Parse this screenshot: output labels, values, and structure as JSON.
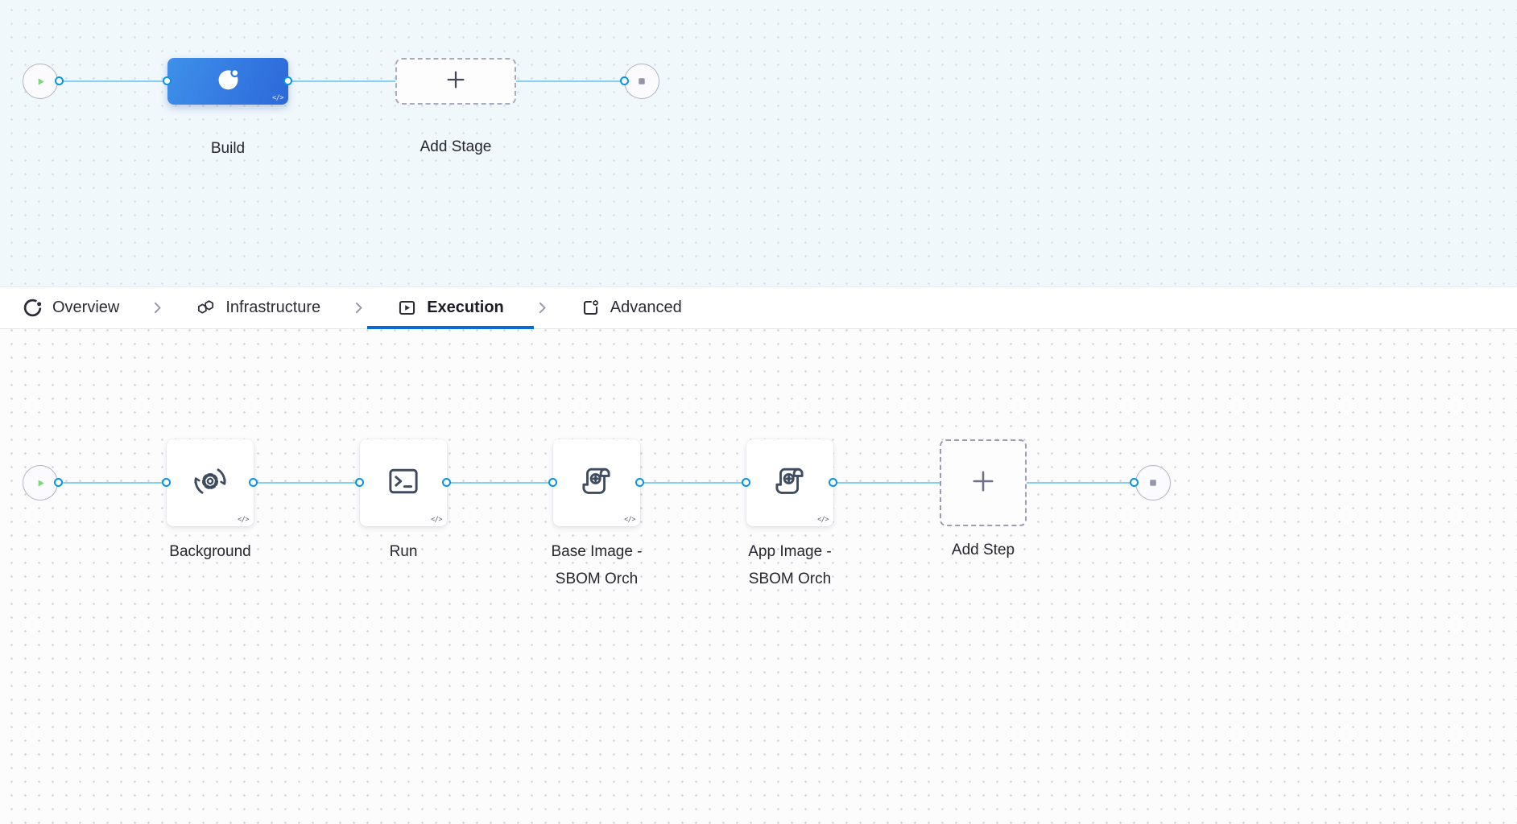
{
  "colors": {
    "accent_blue": "#0278d5",
    "connector_blue": "#82d1f2",
    "port_blue": "#0b92e0",
    "play_green": "#7fd779",
    "stop_gray": "#9495aa",
    "stage_gradient_start": "#3f90ea",
    "stage_gradient_end": "#2c68da"
  },
  "stage_canvas": {
    "code_badge": "</>",
    "stages": [
      {
        "label": "Build",
        "selected": true
      },
      {
        "label": "Add Stage",
        "type": "add"
      }
    ]
  },
  "tab_bar": {
    "tabs": [
      {
        "label": "Overview",
        "active": false
      },
      {
        "label": "Infrastructure",
        "active": false
      },
      {
        "label": "Execution",
        "active": true
      },
      {
        "label": "Advanced",
        "active": false
      }
    ]
  },
  "step_canvas": {
    "code_badge": "</>",
    "steps": [
      {
        "label": "Background"
      },
      {
        "label": "Run"
      },
      {
        "label": "Base Image - SBOM Orch"
      },
      {
        "label": "App Image - SBOM Orch"
      },
      {
        "label": "Add Step",
        "type": "add"
      }
    ]
  }
}
